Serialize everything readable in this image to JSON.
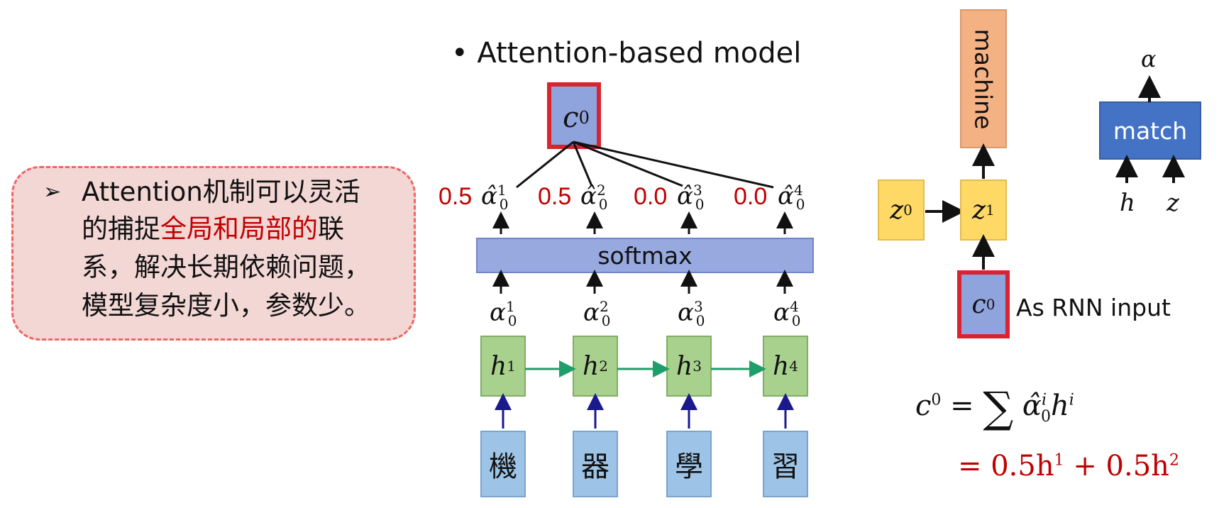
{
  "callout": {
    "lines": [
      [
        "Attention机制可以灵活",
        ""
      ],
      [
        "的捕捉",
        "全局和局部的",
        "联"
      ],
      [
        "系，解决长期依赖问题，"
      ],
      [
        "模型复杂度小，参数少。"
      ]
    ],
    "line1": "Attention机制可以灵活",
    "line2_pre": "的捕捉",
    "line2_red": "全局和局部的",
    "line2_post": "联",
    "line3": "系，解决长期依赖问题，",
    "line4": "模型复杂度小，参数少。",
    "bullet": "➢"
  },
  "title": "Attention-based model",
  "context": {
    "symbol": "c",
    "sup": "0"
  },
  "weights": [
    "0.5",
    "0.5",
    "0.0",
    "0.0"
  ],
  "hat_alpha": {
    "symbol": "α̂",
    "sub": "0",
    "sups": [
      "1",
      "2",
      "3",
      "4"
    ]
  },
  "softmax_label": "softmax",
  "alpha": {
    "symbol": "α",
    "sub": "0",
    "sups": [
      "1",
      "2",
      "3",
      "4"
    ]
  },
  "hidden": {
    "symbol": "h",
    "sups": [
      "1",
      "2",
      "3",
      "4"
    ]
  },
  "inputs": [
    "機",
    "器",
    "學",
    "習"
  ],
  "decoder": {
    "output": "machine",
    "z0": {
      "symbol": "z",
      "sup": "0"
    },
    "z1": {
      "symbol": "z",
      "sup": "1"
    },
    "c0": {
      "symbol": "c",
      "sup": "0"
    },
    "rnn_label": "As RNN input"
  },
  "match": {
    "label": "match",
    "alpha": "α",
    "h": "h",
    "z": "z"
  },
  "formula": {
    "line1_lhs": "c",
    "line1_lhs_sup": "0",
    "line1_eq": "=",
    "line1_sum": "∑",
    "line1_term": "α̂",
    "line1_term_sub": "0",
    "line1_term_sup": "i",
    "line1_h": "h",
    "line1_h_sup": "i",
    "line2": "= 0.5h",
    "line2_sup1": "1",
    "line2_mid": " + 0.5h",
    "line2_sup2": "2"
  },
  "colors": {
    "callout_bg": "#f2d7d5",
    "callout_border": "#f06565",
    "accent_red": "#c00000",
    "softmax_fill": "#98a9e0",
    "hidden_fill": "#a9d18e",
    "input_fill": "#9dc3e6",
    "output_fill": "#f4b183",
    "z_fill": "#ffd966",
    "match_fill": "#4472c4",
    "rnn_arrow": "#1a1a8c",
    "hidden_arrow": "#1e9e6a"
  }
}
